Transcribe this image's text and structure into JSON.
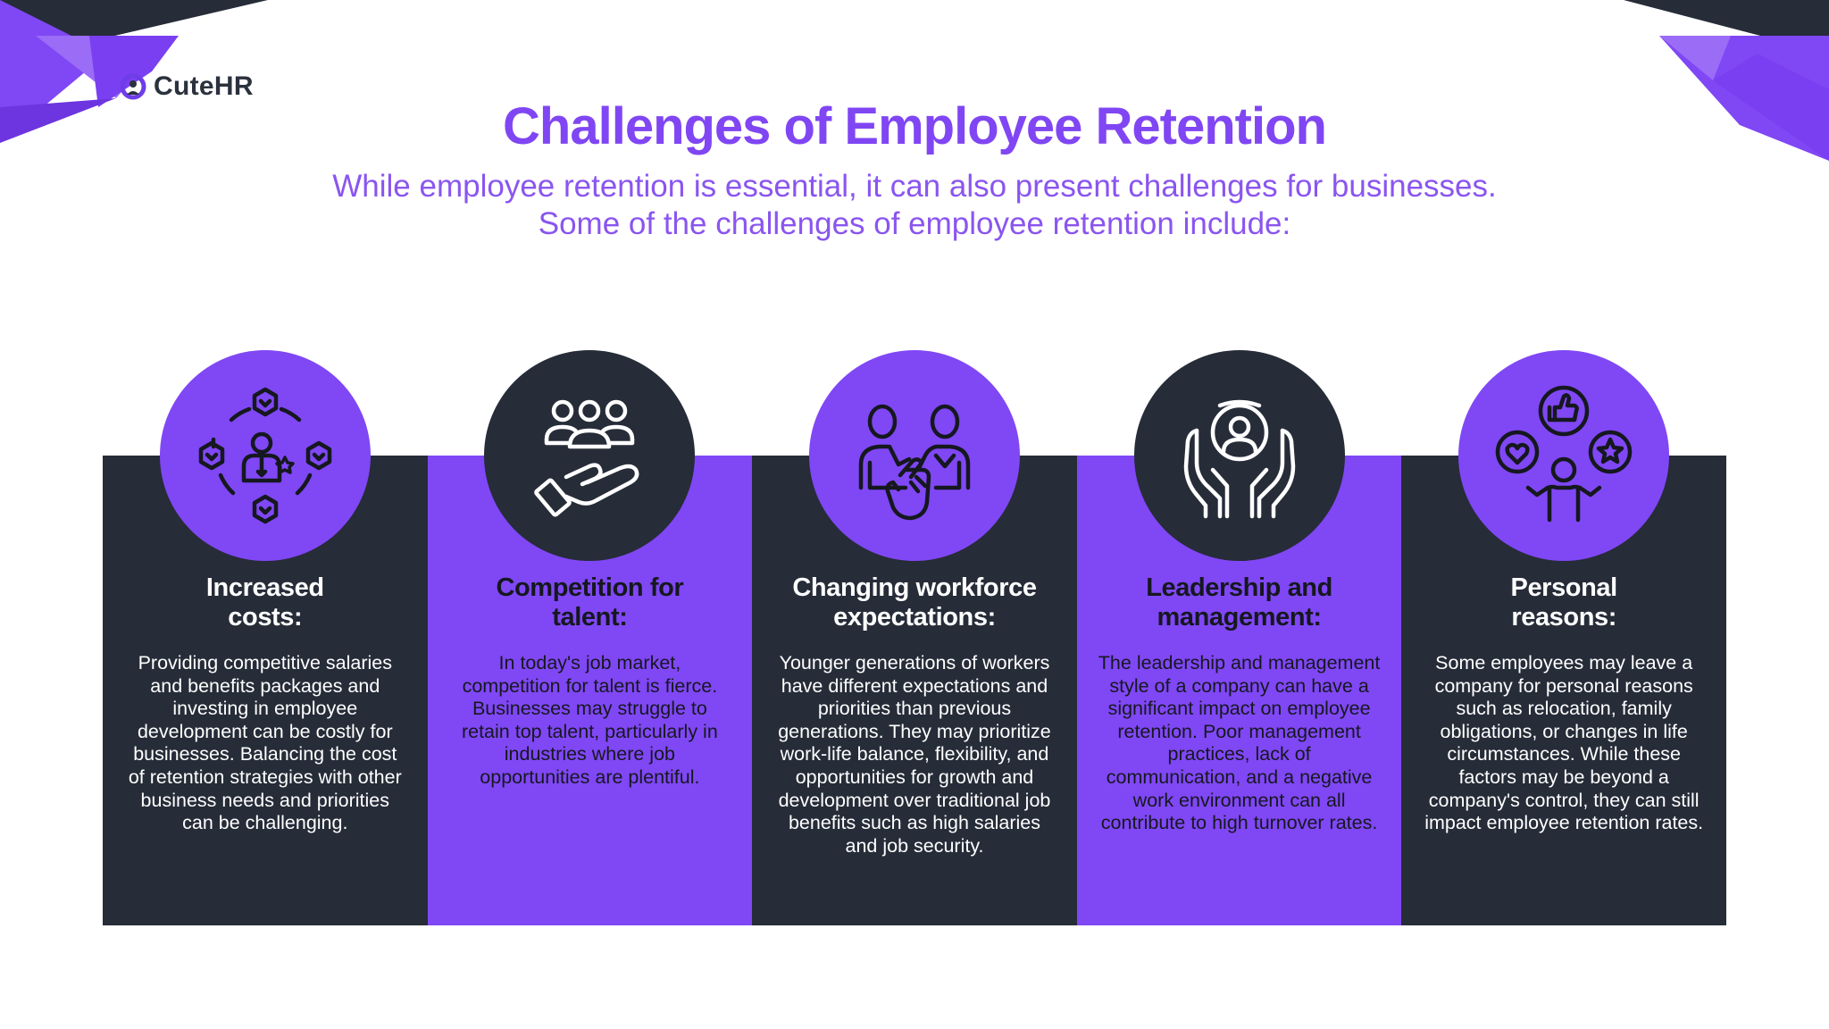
{
  "brand": {
    "name": "CuteHR",
    "accent": "#8046f3",
    "dark": "#262c38"
  },
  "header": {
    "title": "Challenges of Employee Retention",
    "subtitle_line1": "While employee retention is essential, it can also present challenges for businesses.",
    "subtitle_line2": "Some of the challenges of employee retention include:"
  },
  "challenges": [
    {
      "icon": "network-person-icon",
      "title_line1": "Increased",
      "title_line2": "costs:",
      "body": "Providing competitive salaries and benefits packages and investing in employee development can be costly for businesses. Balancing the cost of retention strategies with other business needs and priorities can be challenging."
    },
    {
      "icon": "hand-holding-people-icon",
      "title_line1": "Competition for",
      "title_line2": "talent:",
      "body": "In today's job market, competition for talent is fierce. Businesses may struggle to retain top talent, particularly in industries where job opportunities are plentiful."
    },
    {
      "icon": "clapping-people-icon",
      "title_line1": "Changing workforce",
      "title_line2": "expectations:",
      "body": "Younger generations of workers have different expectations and priorities than previous generations. They may prioritize work-life balance, flexibility, and opportunities for growth and development over traditional job benefits such as high salaries and job security."
    },
    {
      "icon": "hands-supporting-person-icon",
      "title_line1": "Leadership and",
      "title_line2": "management:",
      "body": "The leadership and management style of a company can have a significant impact on employee retention. Poor management practices, lack of communication, and a negative work environment can all contribute to high turnover rates."
    },
    {
      "icon": "person-choices-icon",
      "title_line1": "Personal",
      "title_line2": "reasons:",
      "body": "Some employees may leave a company for personal reasons such as relocation, family obligations, or changes in life circumstances. While these factors may be beyond a company's control, they can still impact employee retention rates."
    }
  ]
}
